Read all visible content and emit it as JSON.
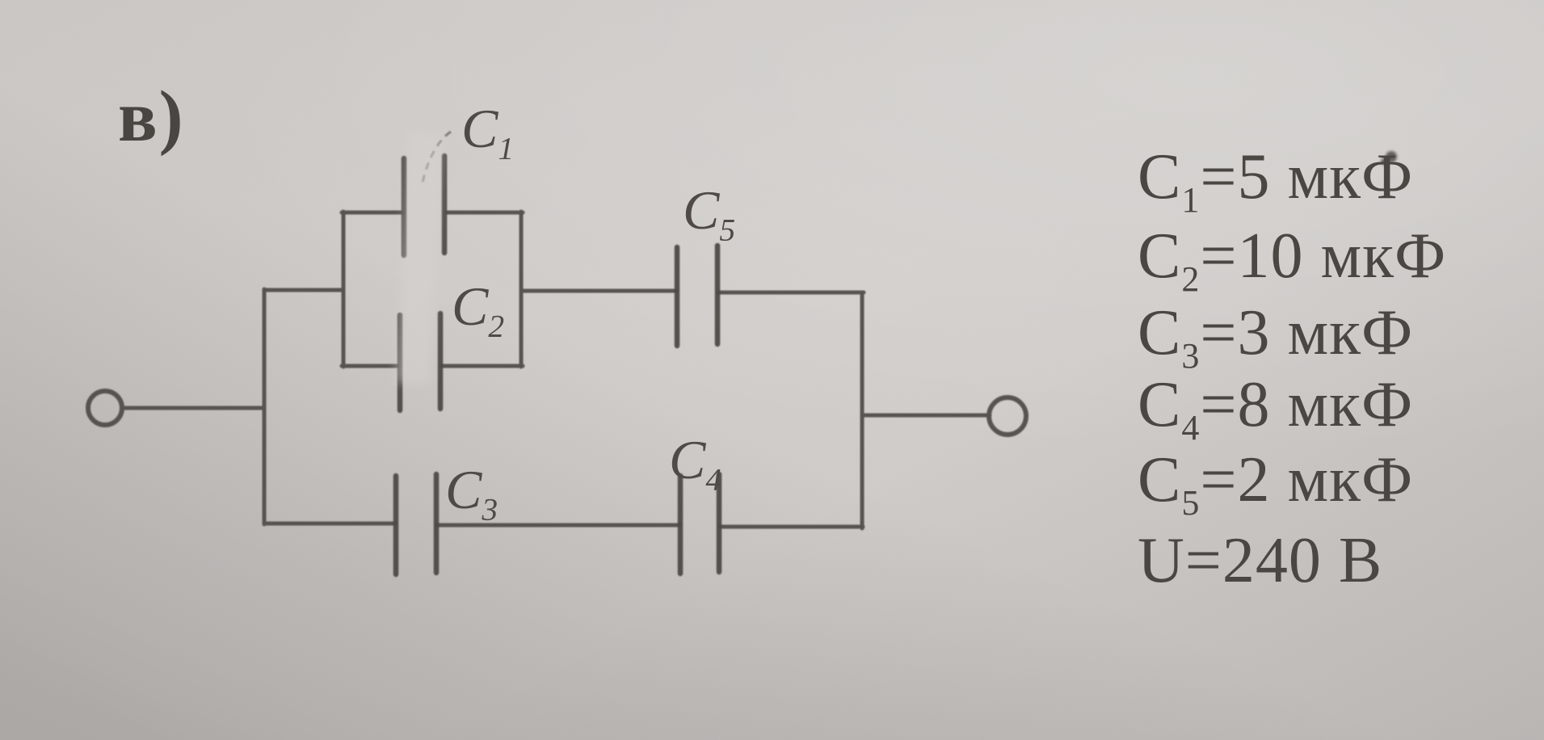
{
  "circuit": {
    "part_label": "в)",
    "labels": {
      "c1": {
        "sym": "C",
        "sub": "1"
      },
      "c2": {
        "sym": "C",
        "sub": "2"
      },
      "c3": {
        "sym": "C",
        "sub": "3"
      },
      "c4": {
        "sym": "C",
        "sub": "4"
      },
      "c5": {
        "sym": "C",
        "sub": "5"
      }
    }
  },
  "given": {
    "lines": [
      {
        "sym": "C",
        "sub": "1",
        "rest": "=5 мкФ"
      },
      {
        "sym": "C",
        "sub": "2",
        "rest": "=10 мкФ"
      },
      {
        "sym": "C",
        "sub": "3",
        "rest": "=3 мкФ"
      },
      {
        "sym": "C",
        "sub": "4",
        "rest": "=8 мкФ"
      },
      {
        "sym": "C",
        "sub": "5",
        "rest": "=2 мкФ"
      },
      {
        "sym": "U",
        "sub": "",
        "rest": "=240 В"
      }
    ]
  }
}
